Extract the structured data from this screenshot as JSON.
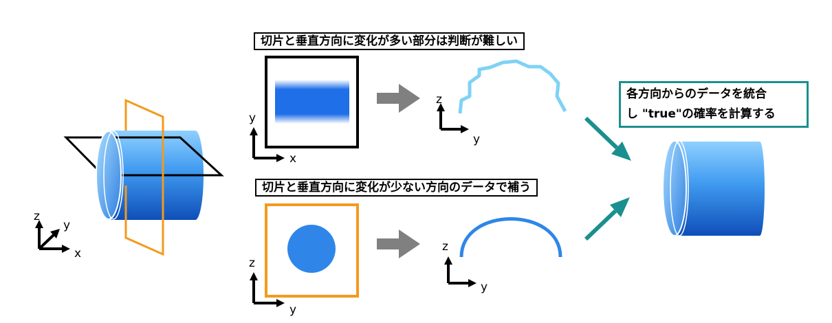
{
  "left_axes": {
    "z": "z",
    "y": "y",
    "x": "x"
  },
  "top_row": {
    "caption": "切片と垂直方向に変化が多い部分は判断が難しい",
    "slice_axes": {
      "vertical": "y",
      "horizontal": "x"
    },
    "profile_axes": {
      "vertical": "z",
      "horizontal": "y"
    }
  },
  "bottom_row": {
    "caption": "切片と垂直方向に変化が少ない方向のデータで補う",
    "slice_axes": {
      "vertical": "z",
      "horizontal": "y"
    },
    "profile_axes": {
      "vertical": "z",
      "horizontal": "y"
    }
  },
  "conclusion": {
    "line1": "各方向からのデータを統合",
    "line2": "し \"true\"の確率を計算する"
  },
  "colors": {
    "cylinder_blue": "#2f86e8",
    "orange_plane": "#f39a1e",
    "light_blue_profile": "#7fd2f5",
    "blue_profile": "#2f86e8",
    "teal_arrow": "#1b8f8f",
    "gray_arrow": "#808080"
  }
}
